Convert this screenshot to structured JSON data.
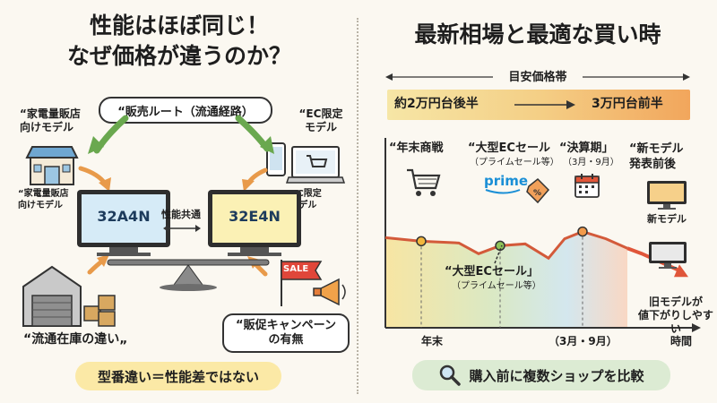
{
  "left": {
    "title_line1": "性能はほぼ同じ！",
    "title_line2": "なぜ価格が違うのか？",
    "route_bubble": "“販売ルート（流通経路）",
    "retail_label_top": "“家電量販店\n向けモデル",
    "retail_label_bottom": "“家電量販店\n向けモデル",
    "ec_label_top": "“EC限定\nモデル",
    "ec_label_bottom": "“EC限定\nモデル",
    "tv_left_model": "32A4N",
    "tv_right_model": "32E4N",
    "same_performance": "性能共通",
    "warehouse_label": "“流通在庫の違い„",
    "sale_flag": "SALE",
    "promo_bubble": "“販促キャンペーン\nの有無",
    "conclusion": "型番違い＝性能差ではない"
  },
  "right": {
    "title": "最新相場と最適な買い時",
    "price_band_label": "目安価格帯",
    "price_low": "約2万円台後半",
    "price_high": "3万円台前半",
    "events": [
      {
        "label": "“年末商戦",
        "sub": ""
      },
      {
        "label": "“大型ECセール",
        "sub": "（プライムセール等）"
      },
      {
        "label": "“決算期」",
        "sub": "（3月・9月）"
      },
      {
        "label": "“新モデル\n発表前後",
        "sub": ""
      }
    ],
    "prime_logo": "prime",
    "mid_callout_line1": "“大型ECセール」",
    "mid_callout_line2": "（プライムセール等）",
    "new_model_label": "新モデル",
    "old_model_label": "旧モデルが\n値下がりしやすい",
    "x_ticks": [
      "年末",
      "（3月・9月）",
      "時間"
    ],
    "compare_tip": "購入前に複数ショップを比較"
  },
  "chart_data": {
    "type": "line",
    "x": [
      "年末",
      "大型ECセール",
      "決算期（3月・9月）",
      "新モデル発表前後"
    ],
    "series": [
      {
        "values": [
          0.55,
          0.62,
          0.4,
          0.8
        ]
      }
    ],
    "note_y": "relative price level (higher = cheaper), no axis values printed"
  },
  "colors": {
    "background": "#fbf8f1",
    "price_band_left": "#f6e6a6",
    "price_band_right": "#f2a65c",
    "screen_blue": "#d6ebf7",
    "screen_yellow": "#fbf1b5",
    "arrow_green": "#6aa84f",
    "arrow_orange": "#e89a4a",
    "line_red": "#e0563a",
    "conclusion_bg": "#fbe9a6",
    "compare_bg": "#dcebd3"
  }
}
